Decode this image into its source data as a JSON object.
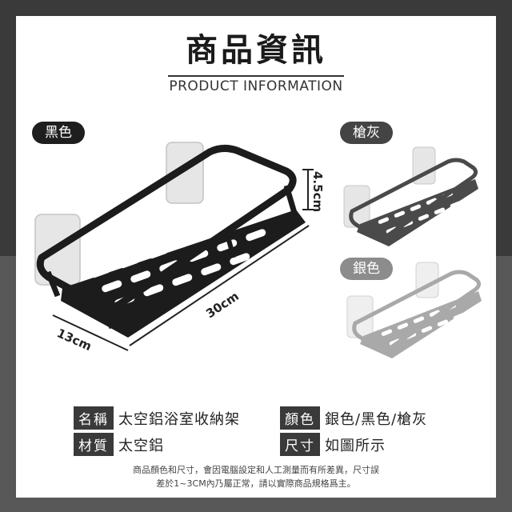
{
  "header": {
    "title": "商品資訊",
    "subtitle": "PRODUCT INFORMATION"
  },
  "variants": {
    "black": "黑色",
    "gunmetal": "槍灰",
    "silver": "銀色"
  },
  "dimensions": {
    "height": "4.5cm",
    "length": "30cm",
    "depth": "13cm"
  },
  "specs": {
    "name_label": "名稱",
    "name_value": "太空鋁浴室收納架",
    "material_label": "材質",
    "material_value": "太空鋁",
    "color_label": "顏色",
    "color_value": "銀色/黑色/槍灰",
    "size_label": "尺寸",
    "size_value": "如圖所示"
  },
  "note": {
    "line1": "商品顏色和尺寸，會因電腦設定和人工測量而有所差異，尺寸誤",
    "line2": "差於1~3CM內乃屬正常，請以實際商品規格爲主。"
  },
  "colors": {
    "black_rack": "#1c1c1c",
    "gunmetal_rack": "#4a4a4a",
    "silver_rack": "#a9a9a9",
    "label_bg": "#3a3a3a"
  }
}
